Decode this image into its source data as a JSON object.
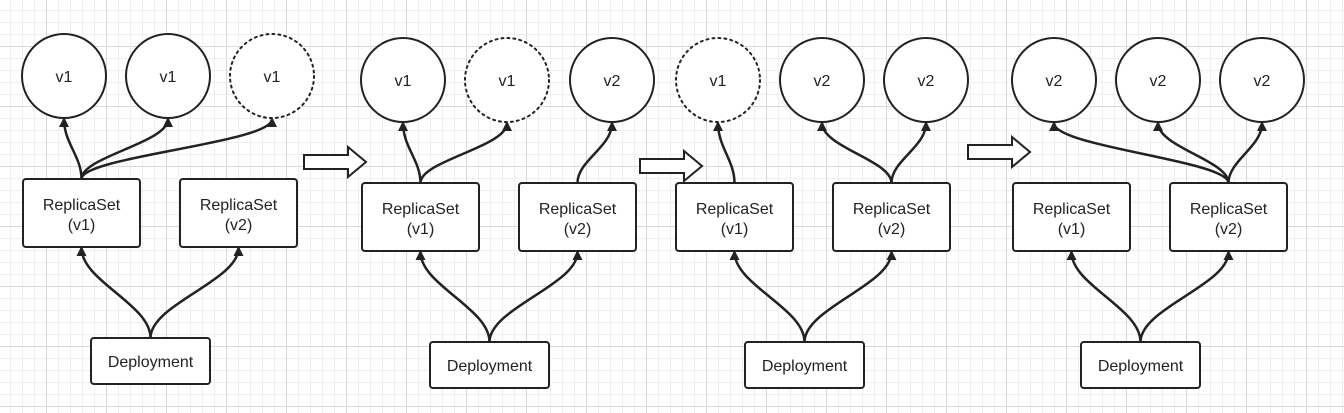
{
  "panels": [
    {
      "pods": [
        {
          "label": "v1",
          "style": "solid"
        },
        {
          "label": "v1",
          "style": "solid"
        },
        {
          "label": "v1",
          "style": "dotted"
        }
      ],
      "replicasets": [
        {
          "line1": "ReplicaSet",
          "line2": "(v1)"
        },
        {
          "line1": "ReplicaSet",
          "line2": "(v2)"
        }
      ],
      "deployment": "Deployment",
      "edges": [
        {
          "from": "rs",
          "from_index": 0,
          "to": "pod",
          "to_index": 0
        },
        {
          "from": "rs",
          "from_index": 0,
          "to": "pod",
          "to_index": 1
        },
        {
          "from": "rs",
          "from_index": 0,
          "to": "pod",
          "to_index": 2
        },
        {
          "from": "deployment",
          "to": "rs",
          "to_index": 0
        },
        {
          "from": "deployment",
          "to": "rs",
          "to_index": 1
        }
      ]
    },
    {
      "pods": [
        {
          "label": "v1",
          "style": "solid"
        },
        {
          "label": "v1",
          "style": "dotted"
        },
        {
          "label": "v2",
          "style": "solid"
        }
      ],
      "replicasets": [
        {
          "line1": "ReplicaSet",
          "line2": "(v1)"
        },
        {
          "line1": "ReplicaSet",
          "line2": "(v2)"
        }
      ],
      "deployment": "Deployment",
      "edges": [
        {
          "from": "rs",
          "from_index": 0,
          "to": "pod",
          "to_index": 0
        },
        {
          "from": "rs",
          "from_index": 0,
          "to": "pod",
          "to_index": 1
        },
        {
          "from": "rs",
          "from_index": 1,
          "to": "pod",
          "to_index": 2
        },
        {
          "from": "deployment",
          "to": "rs",
          "to_index": 0
        },
        {
          "from": "deployment",
          "to": "rs",
          "to_index": 1
        }
      ]
    },
    {
      "pods": [
        {
          "label": "v1",
          "style": "dotted"
        },
        {
          "label": "v2",
          "style": "solid"
        },
        {
          "label": "v2",
          "style": "solid"
        }
      ],
      "replicasets": [
        {
          "line1": "ReplicaSet",
          "line2": "(v1)"
        },
        {
          "line1": "ReplicaSet",
          "line2": "(v2)"
        }
      ],
      "deployment": "Deployment",
      "edges": [
        {
          "from": "rs",
          "from_index": 0,
          "to": "pod",
          "to_index": 0
        },
        {
          "from": "rs",
          "from_index": 1,
          "to": "pod",
          "to_index": 1
        },
        {
          "from": "rs",
          "from_index": 1,
          "to": "pod",
          "to_index": 2
        },
        {
          "from": "deployment",
          "to": "rs",
          "to_index": 0
        },
        {
          "from": "deployment",
          "to": "rs",
          "to_index": 1
        }
      ]
    },
    {
      "pods": [
        {
          "label": "v2",
          "style": "solid"
        },
        {
          "label": "v2",
          "style": "solid"
        },
        {
          "label": "v2",
          "style": "solid"
        }
      ],
      "replicasets": [
        {
          "line1": "ReplicaSet",
          "line2": "(v1)"
        },
        {
          "line1": "ReplicaSet",
          "line2": "(v2)"
        }
      ],
      "deployment": "Deployment",
      "edges": [
        {
          "from": "rs",
          "from_index": 1,
          "to": "pod",
          "to_index": 0
        },
        {
          "from": "rs",
          "from_index": 1,
          "to": "pod",
          "to_index": 1
        },
        {
          "from": "rs",
          "from_index": 1,
          "to": "pod",
          "to_index": 2
        },
        {
          "from": "deployment",
          "to": "rs",
          "to_index": 0
        },
        {
          "from": "deployment",
          "to": "rs",
          "to_index": 1
        }
      ]
    }
  ],
  "colors": {
    "stroke": "#222222",
    "node_fill": "#ffffff",
    "grid_major": "#d8d8d8",
    "grid_minor": "#efefef"
  }
}
